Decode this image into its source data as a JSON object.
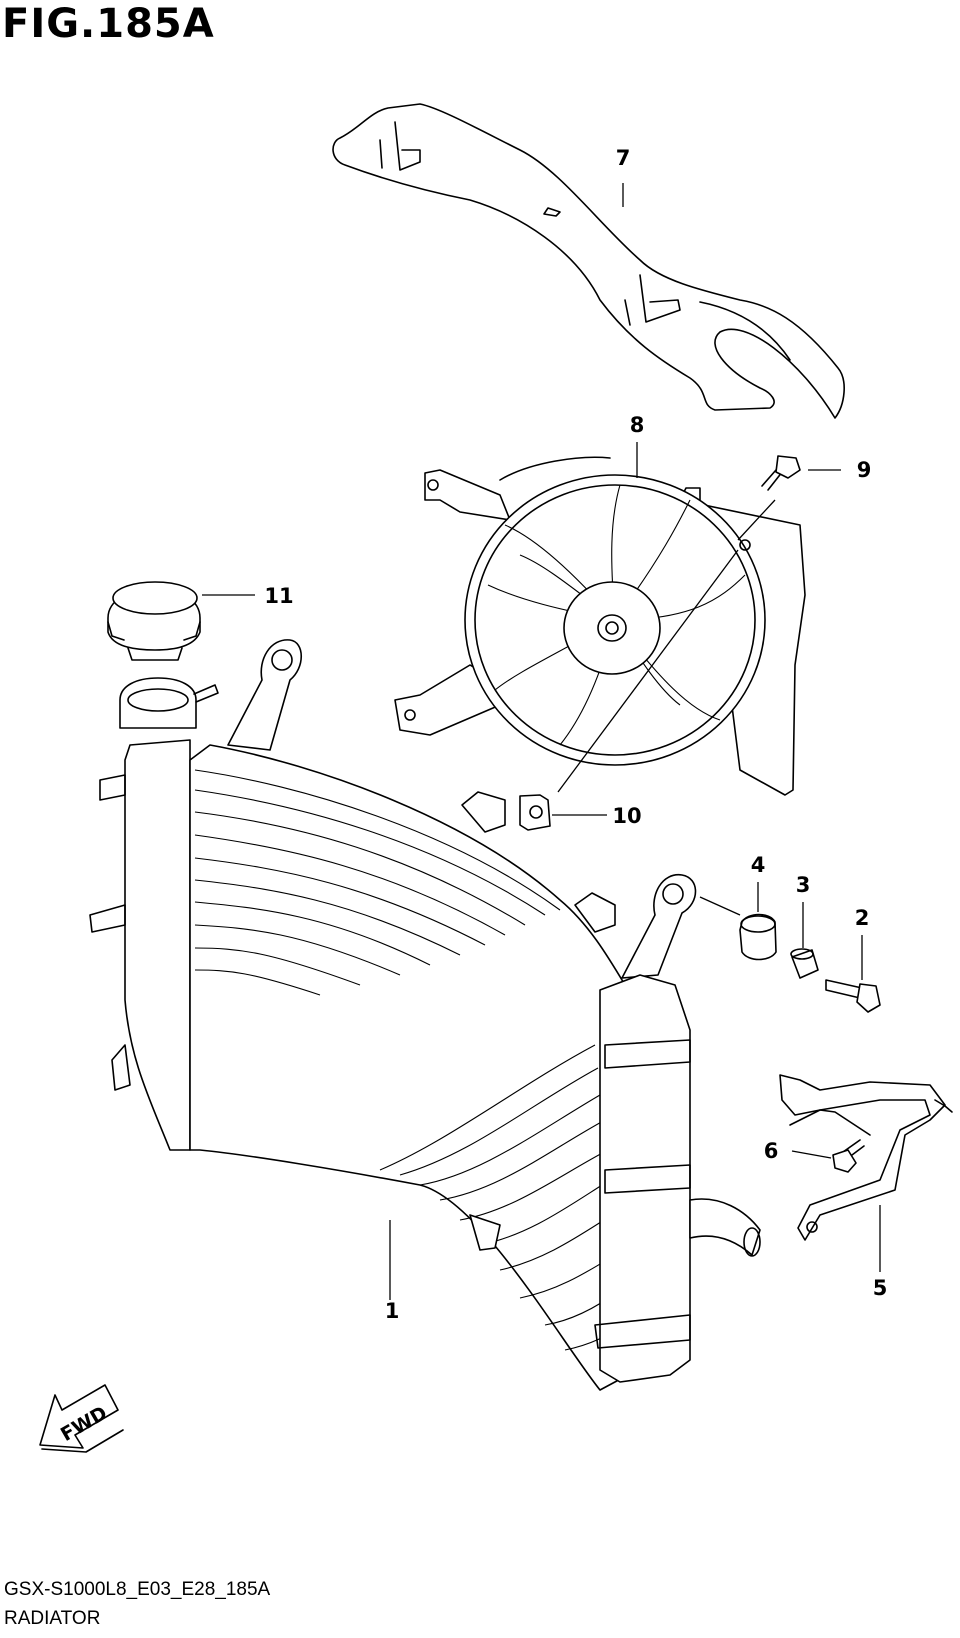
{
  "figure": {
    "title": "FIG.185A",
    "code": "GSX-S1000L8_E03_E28_185A",
    "name": "RADIATOR"
  },
  "direction_indicator": "FWD",
  "callouts": [
    "1",
    "2",
    "3",
    "4",
    "5",
    "6",
    "7",
    "8",
    "9",
    "10",
    "11"
  ]
}
